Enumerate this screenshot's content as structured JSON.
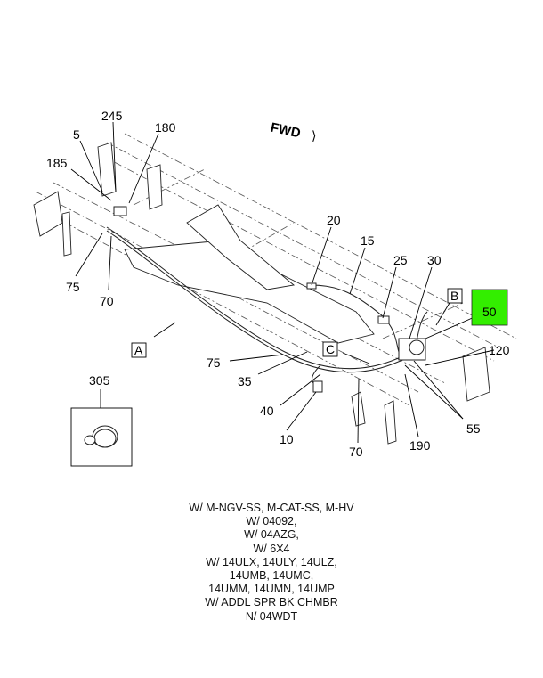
{
  "diagram": {
    "direction_label": "FWD",
    "callouts": {
      "c245": "245",
      "c5": "5",
      "c180": "180",
      "c185": "185",
      "c75a": "75",
      "c70a": "70",
      "c20": "20",
      "c15": "15",
      "c25": "25",
      "c30": "30",
      "c50": "50",
      "c120": "120",
      "c75b": "75",
      "c35": "35",
      "c40": "40",
      "c10": "10",
      "c70b": "70",
      "c190": "190",
      "c55": "55",
      "c305": "305"
    },
    "view_labels": {
      "a": "A",
      "b": "B",
      "c": "C"
    },
    "highlight_color": "#33ee00"
  },
  "notes": [
    "W/ M-NGV-SS, M-CAT-SS, M-HV",
    "W/ 04092,",
    "W/ 04AZG,",
    "W/ 6X4",
    "W/ 14ULX, 14ULY, 14ULZ,",
    "14UMB, 14UMC,",
    "14UMM, 14UMN, 14UMP",
    "W/ ADDL SPR BK CHMBR",
    "N/ 04WDT"
  ]
}
